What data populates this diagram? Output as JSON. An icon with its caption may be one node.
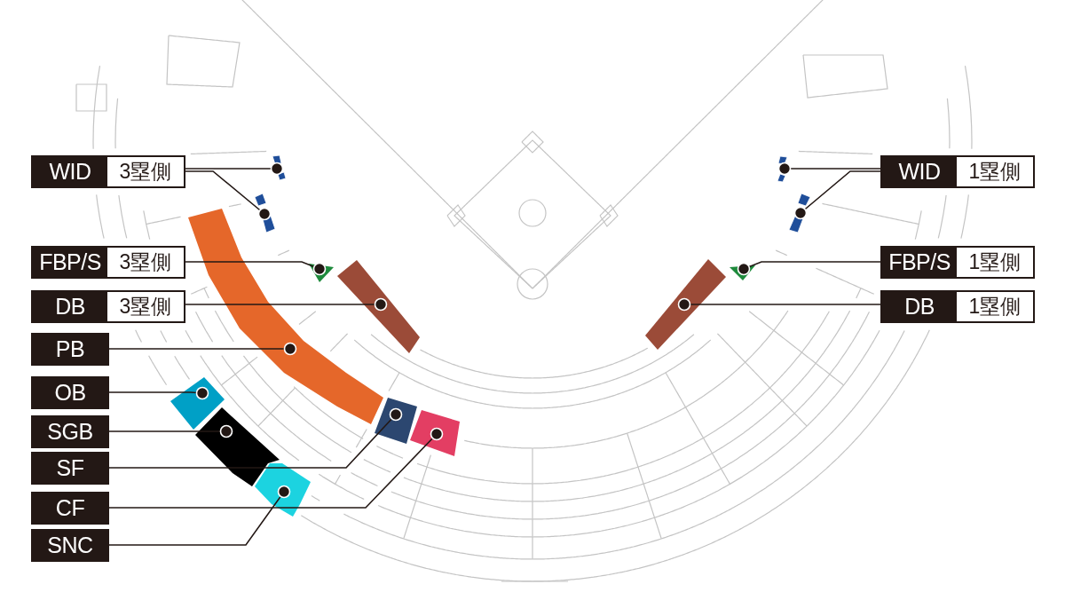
{
  "diagram": {
    "nodes": [
      {
        "text": [
          "WID",
          "3塁側"
        ]
      },
      {
        "text": [
          "FBP/S",
          "3塁側"
        ]
      },
      {
        "text": [
          "DB",
          "3塁側"
        ]
      },
      {
        "text": [
          "PB"
        ]
      },
      {
        "text": [
          "OB"
        ]
      },
      {
        "text": [
          "SGB"
        ]
      },
      {
        "text": [
          "SF"
        ]
      },
      {
        "text": [
          "CF"
        ]
      },
      {
        "text": [
          "SNC"
        ]
      },
      {
        "text": [
          "WID",
          "1塁側"
        ]
      },
      {
        "text": [
          "FBP/S",
          "1塁側"
        ]
      },
      {
        "text": [
          "DB",
          "1塁側"
        ]
      },
      {
        "text": [],
        "shape": "box"
      },
      {
        "text": [],
        "shape": "box"
      },
      {
        "text": [],
        "shape": "box"
      },
      {
        "text": [],
        "shape": "bar"
      },
      {
        "text": [],
        "shape": "bar"
      },
      {
        "text": [],
        "shape": "box"
      },
      {
        "text": [],
        "shape": "triangle"
      },
      {
        "text": [],
        "shape": "box"
      },
      {
        "text": [],
        "shape": "box"
      },
      {
        "text": [],
        "shape": "box"
      },
      {
        "text": [],
        "shape": "box"
      },
      {
        "text": [],
        "shape": "triangle"
      },
      {
        "text": [],
        "shape": "bar"
      },
      {
        "text": [],
        "shape": "bar"
      }
    ],
    "edges": [
      {
        "from": 0,
        "to": 16,
        "arrow": "other"
      },
      {
        "from": 0,
        "to": 15,
        "arrow": "other"
      },
      {
        "from": 1,
        "to": 18,
        "arrow": "other"
      },
      {
        "from": 2,
        "to": 19,
        "arrow": "other"
      },
      {
        "from": 3,
        "to": 13,
        "arrow": "other"
      },
      {
        "from": 4,
        "to": 12,
        "arrow": "other"
      },
      {
        "from": 5,
        "to": 14,
        "arrow": "other"
      },
      {
        "from": 6,
        "to": 20,
        "arrow": "other"
      },
      {
        "from": 7,
        "to": 21,
        "arrow": "other"
      },
      {
        "from": 8,
        "to": 17,
        "arrow": "other"
      },
      {
        "from": 9,
        "to": 24,
        "arrow": "other"
      },
      {
        "from": 9,
        "to": 25,
        "arrow": "other"
      },
      {
        "from": 10,
        "to": 23,
        "arrow": "other"
      },
      {
        "from": 11,
        "to": 22,
        "arrow": "other"
      }
    ]
  }
}
